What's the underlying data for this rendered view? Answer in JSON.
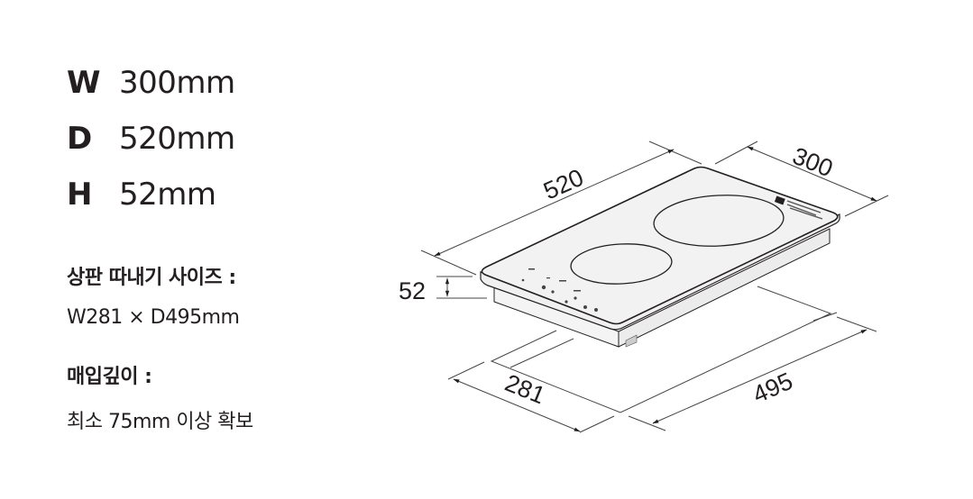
{
  "specs": [
    {
      "key": "W",
      "value": "300mm"
    },
    {
      "key": "D",
      "value": "520mm"
    },
    {
      "key": "H",
      "value": "52mm"
    }
  ],
  "cutout": {
    "label": "상판 따내기 사이즈 :",
    "value": "W281 × D495mm"
  },
  "depth": {
    "label": "매입깊이 :",
    "value": "최소 75mm 이상 확보"
  },
  "diagram": {
    "subject": "2-burner cooktop isometric",
    "dimensions": {
      "depth": "520",
      "width": "300",
      "height": "52",
      "cutout_width": "281",
      "cutout_depth": "495"
    },
    "colors": {
      "line": "#231f20",
      "surface": "#f2f2f2",
      "dim_line": "#555555"
    }
  }
}
